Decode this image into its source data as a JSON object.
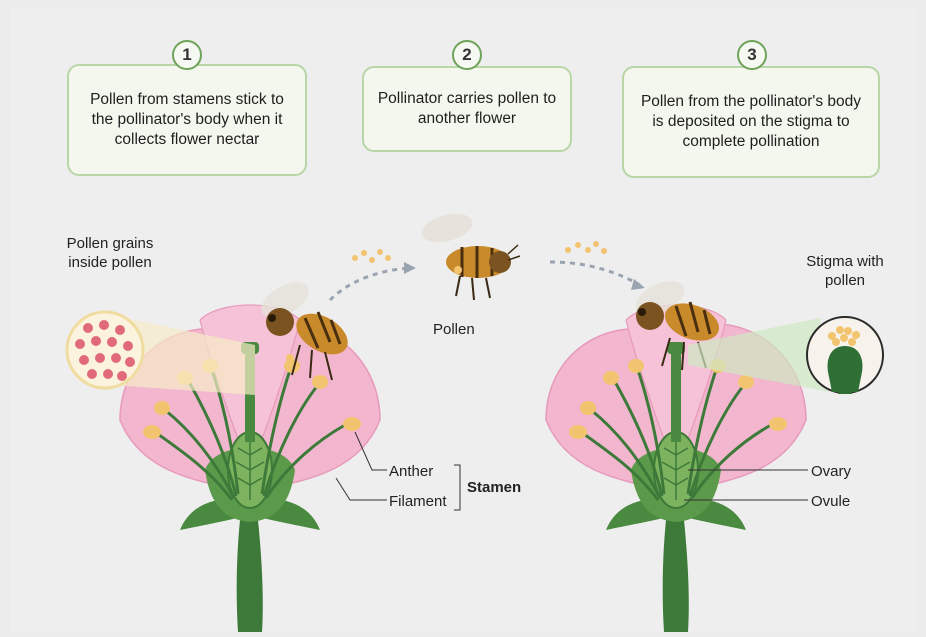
{
  "steps": [
    {
      "number": "1",
      "text": "Pollen from stamens stick to the pollinator's body when it collects flower nectar"
    },
    {
      "number": "2",
      "text": "Pollinator carries pollen to another flower"
    },
    {
      "number": "3",
      "text": "Pollen from the pollinator's body is deposited on the stigma to complete pollination"
    }
  ],
  "labels": {
    "pollen_grains": "Pollen grains inside pollen",
    "pollen": "Pollen",
    "stigma_with_pollen": "Stigma with pollen",
    "anther": "Anther",
    "filament": "Filament",
    "stamen": "Stamen",
    "ovary": "Ovary",
    "ovule": "Ovule"
  },
  "colors": {
    "background": "#ededed",
    "petal": "#f2b6cf",
    "stem": "#3d7a3a",
    "anther": "#f3c470",
    "pollen_grain": "#e06a7a",
    "bee_body": "#c88a2a",
    "step_border": "#b9d6a6"
  },
  "icons": [
    "bee-icon",
    "flower-icon",
    "magnifier-circle-icon",
    "dotted-arrow-icon"
  ]
}
